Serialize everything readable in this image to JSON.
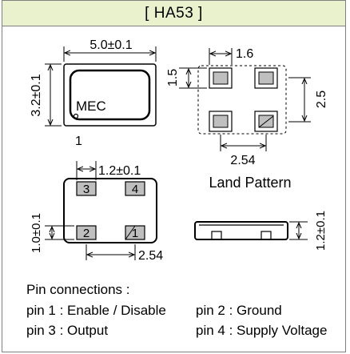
{
  "title": "[  HA53  ]",
  "package": {
    "length_dim": "5.0±0.1",
    "width_dim": "3.2±0.1",
    "marking": "MEC",
    "pin1_label": "1"
  },
  "land_pattern": {
    "pad_width_dim": "1.6",
    "pad_height_dim": "1.5",
    "row_pitch_dim": "2.5",
    "column_pitch_dim": "2.54",
    "caption": "Land Pattern"
  },
  "bottom_view": {
    "pad_width_dim": "1.2±0.1",
    "pad_height_dim": "1.0±0.1",
    "pitch_dim": "2.54",
    "pins": [
      "3",
      "4",
      "2",
      "1"
    ]
  },
  "side_view": {
    "height_dim": "1.2±0.1"
  },
  "pin_connections": {
    "heading": "Pin connections :",
    "pin1": "pin 1 : Enable / Disable",
    "pin2": "pin 2 : Ground",
    "pin3": "pin 3 : Output",
    "pin4": "pin 4 : Supply Voltage"
  },
  "colors": {
    "header_background": "#eaf1cd",
    "pad_fill": "#bfbfbf",
    "frame_border": "#7f7f7f"
  }
}
